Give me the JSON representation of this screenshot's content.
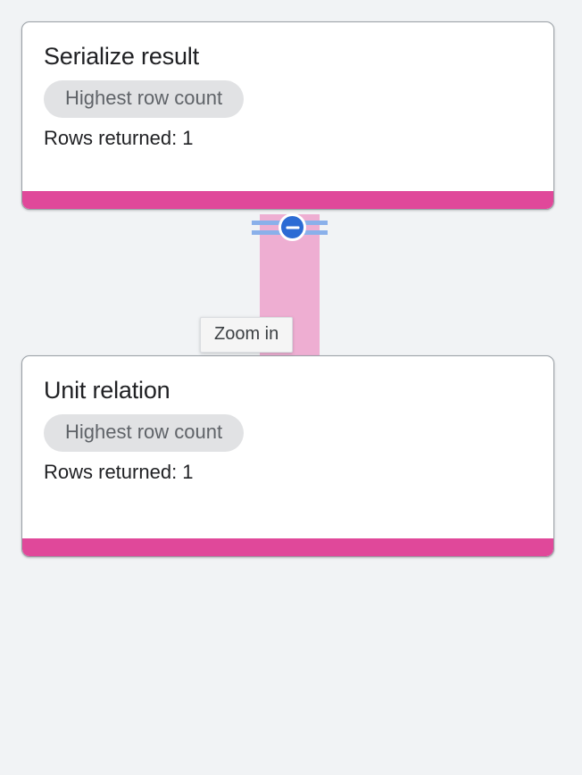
{
  "canvas": {
    "background_color": "#f1f3f5"
  },
  "nodes": [
    {
      "id": "serialize-result",
      "title": "Serialize result",
      "chip_label": "Highest row count",
      "meta": "Rows returned: 1",
      "accent_color": "#e0489a"
    },
    {
      "id": "unit-relation",
      "title": "Unit relation",
      "chip_label": "Highest row count",
      "meta": "Rows returned: 1",
      "accent_color": "#e0489a"
    }
  ],
  "edge": {
    "color": "#eeaed2",
    "rail_color": "#8ab0ea"
  },
  "zoom_control": {
    "icon": "minus-circle-icon",
    "badge_color": "#2c6bd4"
  },
  "tooltip": {
    "text": "Zoom in"
  }
}
